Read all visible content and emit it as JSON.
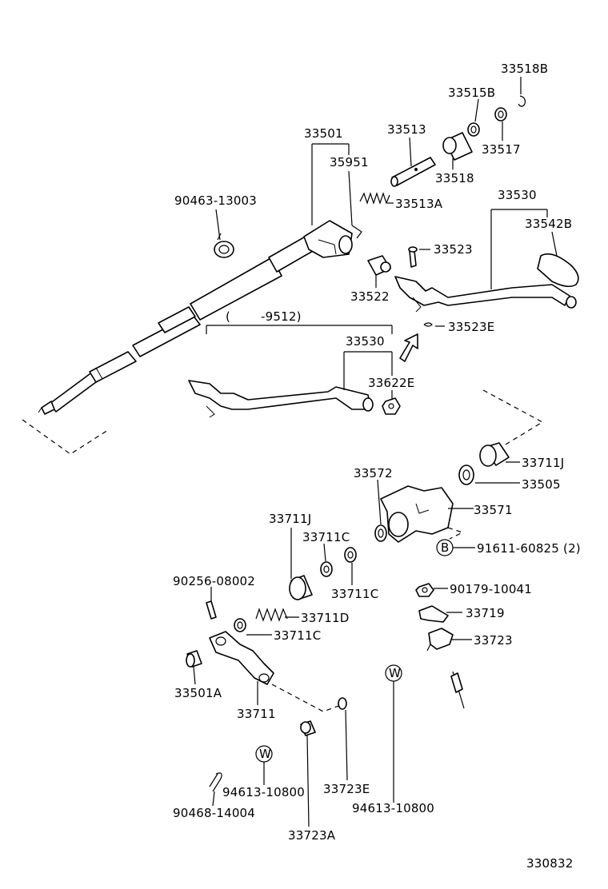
{
  "diagram": {
    "catalog_number": "330832",
    "dimension_note_open": "(",
    "dimension_note_value": "-9512)",
    "parts": {
      "p33518B": "33518B",
      "p33515B": "33515B",
      "p33517": "33517",
      "p33501": "33501",
      "p33513": "33513",
      "p35951": "35951",
      "p33518": "33518",
      "p90463": "90463-13003",
      "p33513A": "33513A",
      "p33530_top": "33530",
      "p33542B": "33542B",
      "p33523": "33523",
      "p33522": "33522",
      "p33523E": "33523E",
      "p33530_mid": "33530",
      "p33622E": "33622E",
      "p33711J_r": "33711J",
      "p33505": "33505",
      "p33572": "33572",
      "p33571": "33571",
      "p33711J_l": "33711J",
      "p33711C_1": "33711C",
      "p91611": "91611-60825 (2)",
      "p33711C_2": "33711C",
      "p90256": "90256-08002",
      "p33711D": "33711D",
      "p33711C_3": "33711C",
      "p90179": "90179-10041",
      "p33719": "33719",
      "p33723": "33723",
      "p33501A": "33501A",
      "p33711": "33711",
      "p94613_a": "94613-10800",
      "p33723E": "33723E",
      "p94613_b": "94613-10800",
      "p90468": "90468-14004",
      "p33723A": "33723A"
    },
    "symbols": {
      "b_marker": "B",
      "w_marker_1": "W",
      "w_marker_2": "W"
    }
  }
}
